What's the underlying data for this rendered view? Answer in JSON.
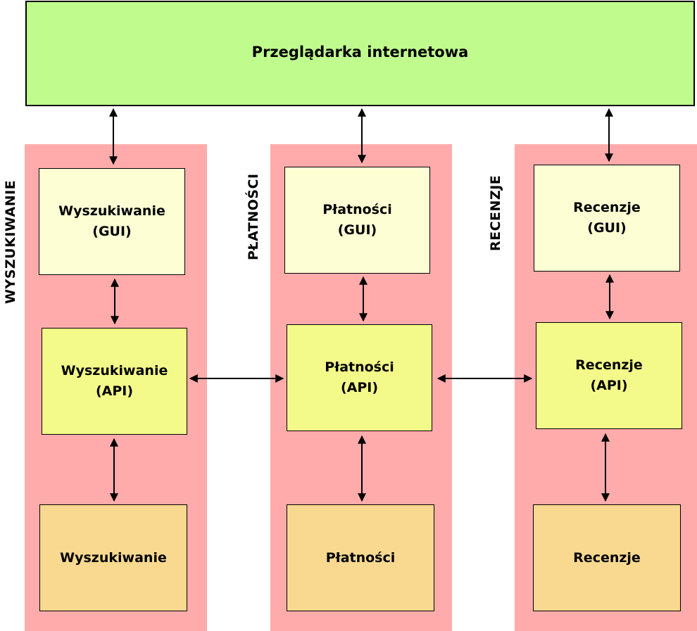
{
  "browser": {
    "label": "Przeglądarka internetowa"
  },
  "columns": [
    {
      "label": "WYSZUKIWANIE",
      "gui": [
        "Wyszukiwanie",
        "(GUI)"
      ],
      "api": [
        "Wyszukiwanie",
        "(API)"
      ],
      "service": "Wyszukiwanie"
    },
    {
      "label": "PŁATNOŚCI",
      "gui": [
        "Płatności",
        "(GUI)"
      ],
      "api": [
        "Płatności",
        "(API)"
      ],
      "service": "Płatności"
    },
    {
      "label": "RECENZJE",
      "gui": [
        "Recenzje",
        "(GUI)"
      ],
      "api": [
        "Recenzje",
        "(API)"
      ],
      "service": "Recenzje"
    }
  ],
  "colors": {
    "browser": "#c0fb8e",
    "column": "#ffabab",
    "gui": "#fdfed3",
    "api": "#f4fa89",
    "service": "#f8d98f"
  }
}
